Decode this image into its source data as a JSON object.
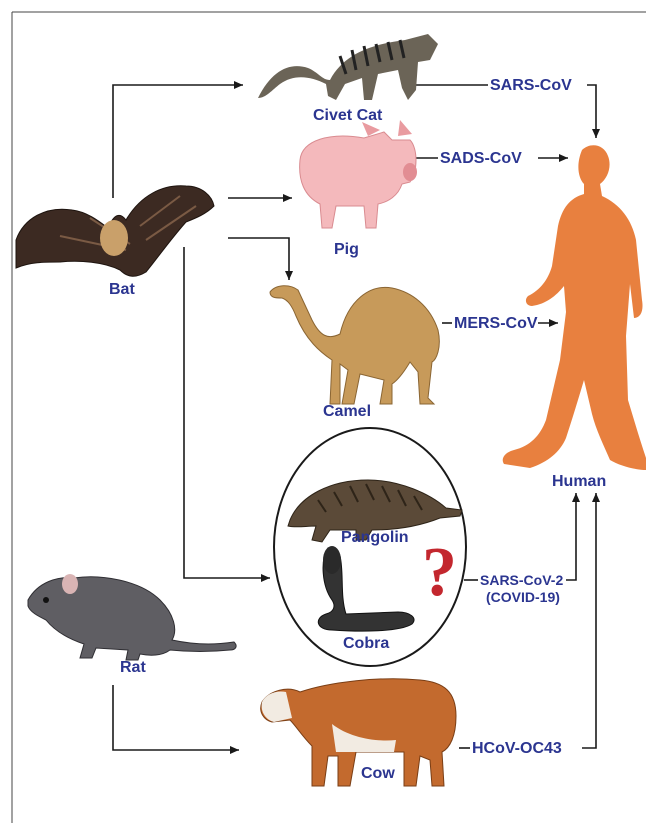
{
  "animals": {
    "bat": "Bat",
    "civet_cat": "Civet Cat",
    "pig": "Pig",
    "camel": "Camel",
    "pangolin": "Pangolin",
    "cobra": "Cobra",
    "rat": "Rat",
    "cow": "Cow",
    "human": "Human"
  },
  "viruses": {
    "sars": "SARS-CoV",
    "sads": "SADS-CoV",
    "mers": "MERS-CoV",
    "sars2": "SARS-CoV-2",
    "covid": "(COVID-19)",
    "hcov": "HCoV-OC43"
  },
  "question_mark": "?",
  "colors": {
    "label": "#2b3590",
    "arrow": "#1a1a1a",
    "human": "#e8803f",
    "question": "#c3272e"
  }
}
